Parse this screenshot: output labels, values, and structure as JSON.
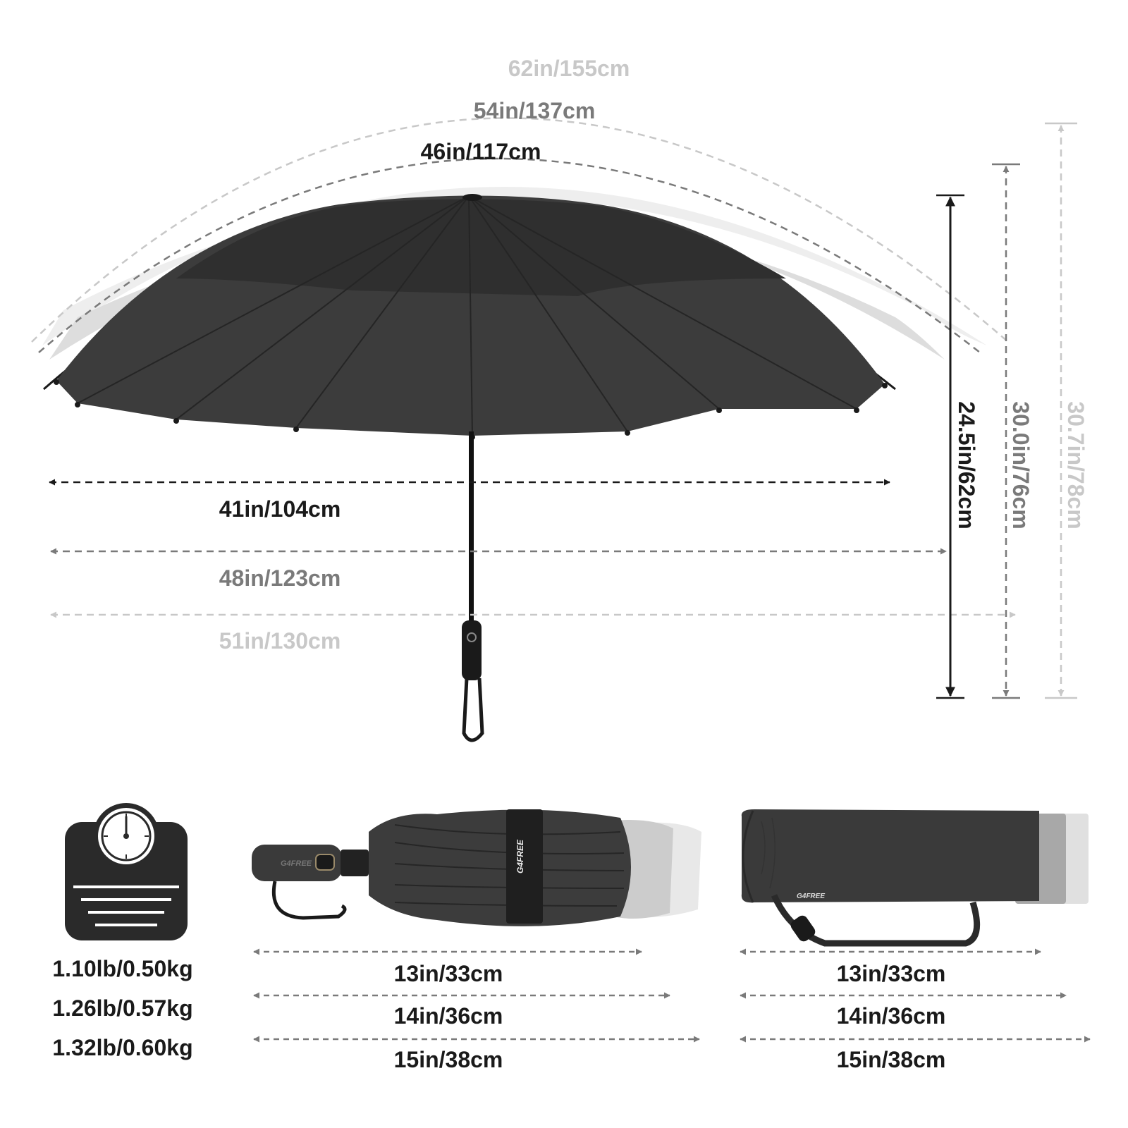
{
  "colors": {
    "primary": "#1a1a1a",
    "secondary": "#7a7a7a",
    "tertiary": "#c8c8c8",
    "canopy": "#3c3c3c",
    "canopy_dark": "#2a2a2a",
    "background": "#ffffff"
  },
  "open_umbrella": {
    "arc_lengths": [
      "62in/155cm",
      "54in/137cm",
      "46in/117cm"
    ],
    "spans": [
      "41in/104cm",
      "48in/123cm",
      "51in/130cm"
    ],
    "heights": [
      "24.5in/62cm",
      "30.0in/76cm",
      "30.7in/78cm"
    ]
  },
  "weight": {
    "icon": "scale-icon",
    "values": [
      "1.10lb/0.50kg",
      "1.26lb/0.57kg",
      "1.32lb/0.60kg"
    ]
  },
  "folded_umbrella": {
    "brand_text": "G4FREE",
    "lengths": [
      "13in/33cm",
      "14in/36cm",
      "15in/38cm"
    ]
  },
  "umbrella_sleeve": {
    "brand_text": "G4FREE",
    "lengths": [
      "13in/33cm",
      "14in/36cm",
      "15in/38cm"
    ]
  }
}
